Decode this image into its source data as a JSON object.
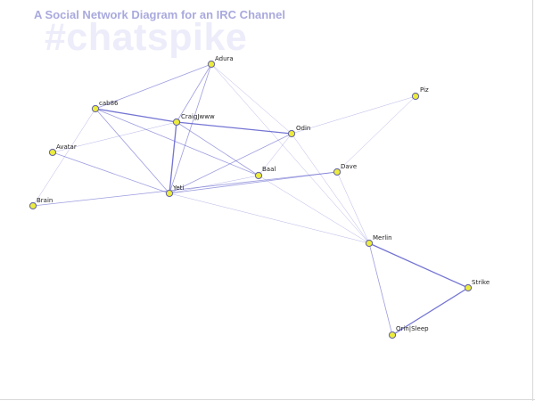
{
  "header": {
    "title": "A Social Network Diagram for an IRC Channel",
    "watermark": "#chatspike"
  },
  "colors": {
    "node_fill": "#ecec3c",
    "node_stroke": "#6a6aa8",
    "edge": "#5c5ccc",
    "title": "#a9a9de",
    "watermark": "#ececfa"
  },
  "graph": {
    "nodes": [
      {
        "id": "adura",
        "label": "Adura"
      },
      {
        "id": "cab86",
        "label": "cab86"
      },
      {
        "id": "craigjwww",
        "label": "CraigJwww"
      },
      {
        "id": "odin",
        "label": "Odin"
      },
      {
        "id": "piz",
        "label": "Piz"
      },
      {
        "id": "avatar",
        "label": "Avatar"
      },
      {
        "id": "baal",
        "label": "Baal"
      },
      {
        "id": "dave",
        "label": "Dave"
      },
      {
        "id": "yeti",
        "label": "Yeti"
      },
      {
        "id": "brain",
        "label": "Brain"
      },
      {
        "id": "merlin",
        "label": "Merlin"
      },
      {
        "id": "strike",
        "label": "Strike"
      },
      {
        "id": "orinsleep",
        "label": "Orin|Sleep"
      }
    ],
    "edges": [
      {
        "from": "cab86",
        "to": "craigjwww",
        "weight": 2
      },
      {
        "from": "cab86",
        "to": "adura",
        "weight": 1
      },
      {
        "from": "cab86",
        "to": "yeti",
        "weight": 1
      },
      {
        "from": "cab86",
        "to": "brain",
        "weight": 0.5
      },
      {
        "from": "cab86",
        "to": "baal",
        "weight": 1
      },
      {
        "from": "adura",
        "to": "craigjwww",
        "weight": 1
      },
      {
        "from": "adura",
        "to": "yeti",
        "weight": 1
      },
      {
        "from": "adura",
        "to": "odin",
        "weight": 0.5
      },
      {
        "from": "adura",
        "to": "merlin",
        "weight": 0.5
      },
      {
        "from": "craigjwww",
        "to": "odin",
        "weight": 2
      },
      {
        "from": "craigjwww",
        "to": "yeti",
        "weight": 2
      },
      {
        "from": "craigjwww",
        "to": "avatar",
        "weight": 0.5
      },
      {
        "from": "craigjwww",
        "to": "baal",
        "weight": 1
      },
      {
        "from": "avatar",
        "to": "yeti",
        "weight": 1
      },
      {
        "from": "odin",
        "to": "yeti",
        "weight": 1
      },
      {
        "from": "odin",
        "to": "piz",
        "weight": 0.5
      },
      {
        "from": "odin",
        "to": "merlin",
        "weight": 0.5
      },
      {
        "from": "odin",
        "to": "baal",
        "weight": 0.5
      },
      {
        "from": "piz",
        "to": "dave",
        "weight": 0.5
      },
      {
        "from": "yeti",
        "to": "dave",
        "weight": 1
      },
      {
        "from": "yeti",
        "to": "baal",
        "weight": 0.5
      },
      {
        "from": "yeti",
        "to": "merlin",
        "weight": 0.5
      },
      {
        "from": "brain",
        "to": "dave",
        "weight": 1
      },
      {
        "from": "baal",
        "to": "merlin",
        "weight": 0.5
      },
      {
        "from": "dave",
        "to": "merlin",
        "weight": 0.5
      },
      {
        "from": "merlin",
        "to": "strike",
        "weight": 2
      },
      {
        "from": "merlin",
        "to": "orinsleep",
        "weight": 1
      },
      {
        "from": "orinsleep",
        "to": "strike",
        "weight": 2
      }
    ]
  }
}
